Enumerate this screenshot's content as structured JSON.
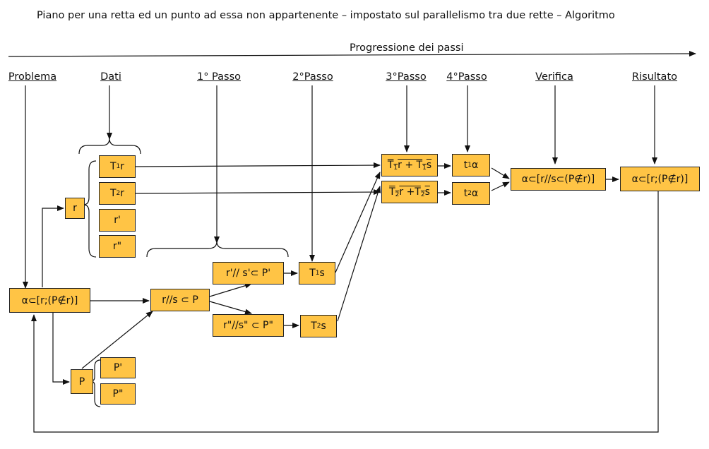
{
  "title": "Piano per una retta ed un punto ad essa non appartenente – impostato sul parallelismo tra due rette – Algoritmo",
  "progression_label": "Progressione dei passi",
  "headers": {
    "problema": "Problema",
    "dati": "Dati",
    "passo1": "1° Passo",
    "passo2": "2°Passo",
    "passo3": "3°Passo",
    "passo4": "4°Passo",
    "verifica": "Verifica",
    "risultato": "Risultato"
  },
  "boxes": {
    "problem": "α⊂[r;(P∉r)]",
    "r": "r",
    "t1r": {
      "a": "T",
      "sub": "1",
      "b": "r"
    },
    "t2r": {
      "a": "T",
      "sub": "2",
      "b": "r"
    },
    "r_prime": "r'",
    "r_dprime": "r\"",
    "P": "P",
    "P_prime": "P'",
    "P_dprime": "P\"",
    "rs_in_P": "r//s ⊂ P",
    "r1s1_P1": "r'// s'⊂ P'",
    "r2s2_P2": "r\"//s\" ⊂ P\"",
    "t1s": {
      "a": "T",
      "sub": "1",
      "b": "s"
    },
    "t2s": {
      "a": "T",
      "sub": "2",
      "b": "s"
    },
    "line1": {
      "a": "T",
      "sub1": "1",
      "b": "r + T",
      "sub2": "1",
      "c": "s"
    },
    "line2": {
      "a": "T",
      "sub1": "2",
      "b": "r +T",
      "sub2": "2",
      "c": "s"
    },
    "t1alpha": {
      "a": "t",
      "sub": "1",
      "b": "α"
    },
    "t2alpha": {
      "a": "t",
      "sub": "2",
      "b": "α"
    },
    "verify": "α⊂[r//s⊂(P∉r)]",
    "result": "α⊂[r;(P∉r)]"
  }
}
